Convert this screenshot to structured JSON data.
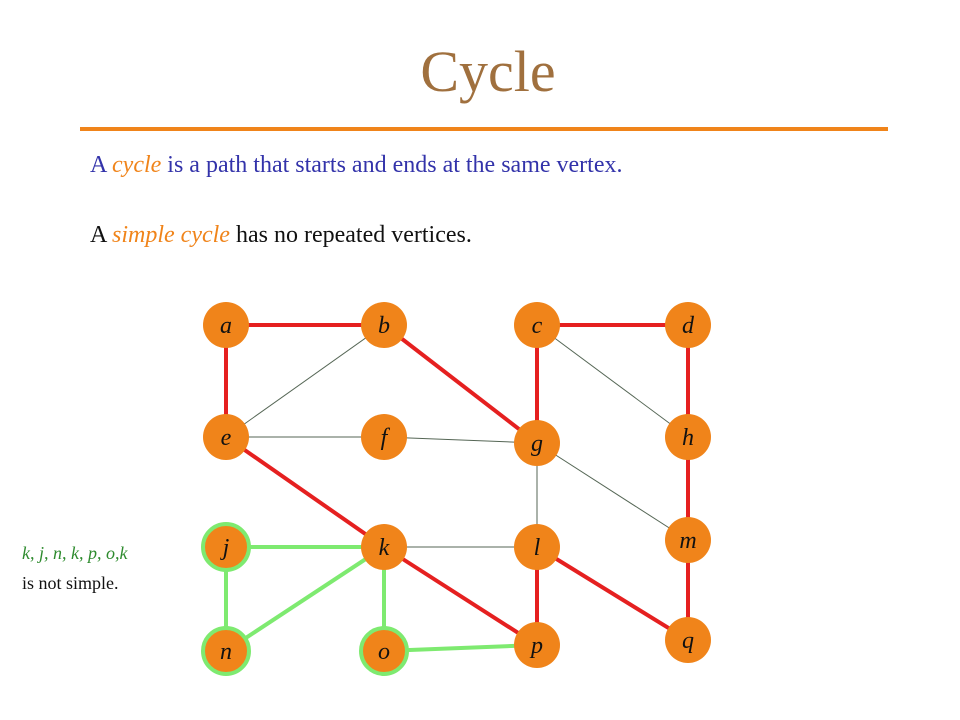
{
  "title": "Cycle",
  "definitions": {
    "line1": {
      "prefix": "A",
      "term": "cycle",
      "rest": "is a path that starts and ends at the same vertex."
    },
    "line2": {
      "prefix": "A",
      "term": "simple cycle",
      "rest": "has no repeated vertices."
    }
  },
  "note": {
    "sequence": "k, j, n, k, p, o,k",
    "verdict": "is not simple."
  },
  "colors": {
    "red": "#e52020",
    "green": "#7eea70",
    "thin": "#556655",
    "vertex_fill": "#f0841a",
    "vertex_fill_green": "#fff8ee",
    "title": "#a0703e",
    "accent": "#f0841a"
  },
  "graph": {
    "vertices": [
      {
        "id": "a",
        "style": "orange"
      },
      {
        "id": "b",
        "style": "orange"
      },
      {
        "id": "c",
        "style": "orange"
      },
      {
        "id": "d",
        "style": "orange"
      },
      {
        "id": "e",
        "style": "orange"
      },
      {
        "id": "f",
        "style": "orange"
      },
      {
        "id": "g",
        "style": "orange"
      },
      {
        "id": "h",
        "style": "orange"
      },
      {
        "id": "j",
        "style": "orange-green"
      },
      {
        "id": "k",
        "style": "orange"
      },
      {
        "id": "l",
        "style": "orange"
      },
      {
        "id": "m",
        "style": "orange"
      },
      {
        "id": "n",
        "style": "orange-green"
      },
      {
        "id": "o",
        "style": "orange-green"
      },
      {
        "id": "p",
        "style": "orange"
      },
      {
        "id": "q",
        "style": "orange"
      }
    ],
    "edges": [
      {
        "from": "a",
        "to": "b",
        "style": "red"
      },
      {
        "from": "a",
        "to": "e",
        "style": "red"
      },
      {
        "from": "b",
        "to": "e",
        "style": "thin"
      },
      {
        "from": "b",
        "to": "g",
        "style": "red"
      },
      {
        "from": "c",
        "to": "d",
        "style": "red"
      },
      {
        "from": "c",
        "to": "g",
        "style": "red"
      },
      {
        "from": "c",
        "to": "h",
        "style": "thin"
      },
      {
        "from": "d",
        "to": "h",
        "style": "red"
      },
      {
        "from": "e",
        "to": "f",
        "style": "thin"
      },
      {
        "from": "f",
        "to": "g",
        "style": "thin"
      },
      {
        "from": "e",
        "to": "k",
        "style": "red"
      },
      {
        "from": "g",
        "to": "l",
        "style": "thin"
      },
      {
        "from": "g",
        "to": "m",
        "style": "thin"
      },
      {
        "from": "h",
        "to": "m",
        "style": "red"
      },
      {
        "from": "j",
        "to": "k",
        "style": "green"
      },
      {
        "from": "j",
        "to": "n",
        "style": "green"
      },
      {
        "from": "k",
        "to": "n",
        "style": "green"
      },
      {
        "from": "k",
        "to": "o",
        "style": "green"
      },
      {
        "from": "k",
        "to": "l",
        "style": "thin"
      },
      {
        "from": "k",
        "to": "p",
        "style": "red"
      },
      {
        "from": "o",
        "to": "p",
        "style": "green"
      },
      {
        "from": "l",
        "to": "p",
        "style": "red"
      },
      {
        "from": "l",
        "to": "q",
        "style": "red"
      },
      {
        "from": "m",
        "to": "q",
        "style": "red"
      }
    ]
  }
}
